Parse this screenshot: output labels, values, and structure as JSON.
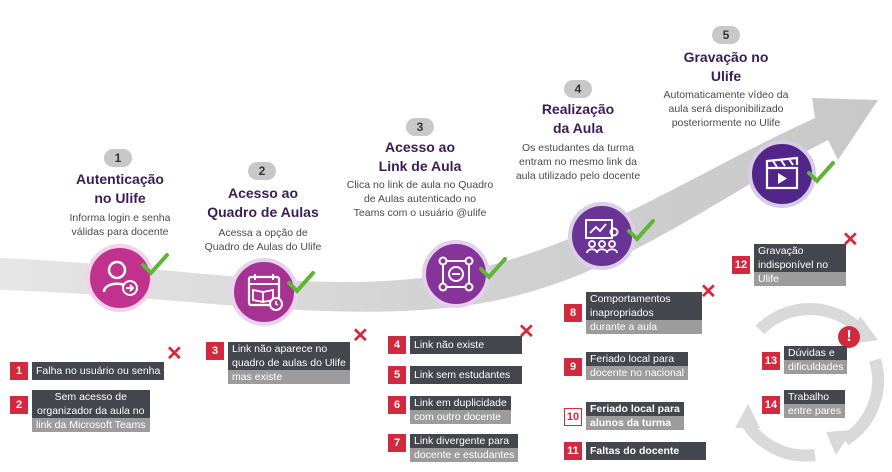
{
  "steps": [
    {
      "num": "1",
      "title_l1": "Autenticação",
      "title_l2": "no Ulife",
      "desc_l1": "Informa login e senha",
      "desc_l2": "válidas para docente",
      "color": "#c0328e",
      "icon": "user-login-icon"
    },
    {
      "num": "2",
      "title_l1": "Acesso ao",
      "title_l2": "Quadro de Aulas",
      "desc_l1": "Acessa a opção de",
      "desc_l2": "Quadro de Aulas do Ulife",
      "color": "#a63393",
      "icon": "calendar-book-icon"
    },
    {
      "num": "3",
      "title_l1": "Acesso ao",
      "title_l2": "Link de Aula",
      "desc_l1": "Clica no link de aula no Quadro",
      "desc_l2": "de Aulas autenticado no",
      "desc_l3": "Teams com o usuário @ulife",
      "color": "#86349a",
      "icon": "link-network-icon"
    },
    {
      "num": "4",
      "title_l1": "Realização",
      "title_l2": "da Aula",
      "desc_l1": "Os estudantes da turma",
      "desc_l2": "entram no mesmo link da",
      "desc_l3": "aula utilizado pelo docente",
      "color": "#6a3497",
      "icon": "classroom-icon"
    },
    {
      "num": "5",
      "title_l1": "Gravação no",
      "title_l2": "Ulife",
      "desc_l1": "Automaticamente vídeo da",
      "desc_l2": "aula será disponibilizado",
      "desc_l3": "posteriormente no Ulife",
      "color": "#52258a",
      "icon": "video-clapper-icon"
    }
  ],
  "issues": [
    {
      "num": "1",
      "l1": "Falha no usuário ou senha"
    },
    {
      "num": "2",
      "l1": "Sem acesso de",
      "l2": "organizador da aula no",
      "l3": "link da Microsoft Teams"
    },
    {
      "num": "3",
      "l1": "Link não aparece no",
      "l2": "quadro de aulas do Ulife",
      "l3": "mas existe"
    },
    {
      "num": "4",
      "l1": "Link não existe"
    },
    {
      "num": "5",
      "l1": "Link sem estudantes"
    },
    {
      "num": "6",
      "l1": "Link em duplicidade",
      "l2": "com outro docente"
    },
    {
      "num": "7",
      "l1": "Link divergente para",
      "l2": "docente e estudantes"
    },
    {
      "num": "8",
      "l1": "Comportamentos",
      "l2": "inapropriados",
      "l3": "durante a aula"
    },
    {
      "num": "9",
      "l1": "Feriado local para",
      "l2": "docente no nacional"
    },
    {
      "num": "10",
      "l1": "Feriado local para",
      "l2": "alunos da turma"
    },
    {
      "num": "11",
      "l1": "Faltas do docente"
    },
    {
      "num": "12",
      "l1": "Gravação",
      "l2": "indisponível no",
      "l3": "Ulife"
    },
    {
      "num": "13",
      "l1": "Dúvidas e",
      "l2": "dificuldades"
    },
    {
      "num": "14",
      "l1": "Trabalho",
      "l2": "entre pares"
    }
  ],
  "colors": {
    "accent": "#d1293d",
    "check": "#5fb534",
    "arrow": "#d7d7d7",
    "title": "#3b1d56"
  }
}
